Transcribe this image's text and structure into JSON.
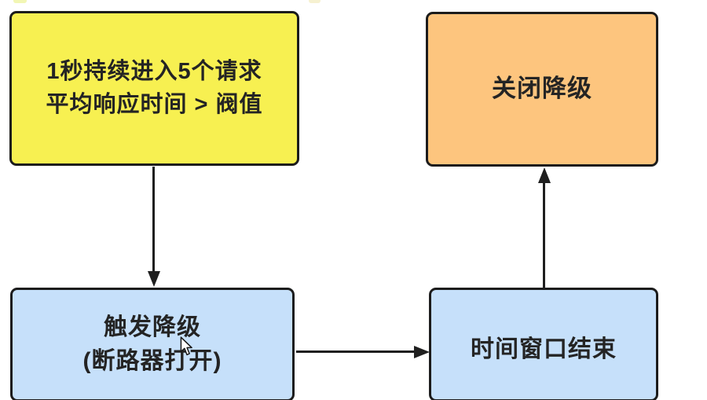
{
  "diagram": {
    "title": "circuit-breaker-degrade-flow",
    "background_color": "#ffffff",
    "stroke_color": "#1f1f1f",
    "text_color": "#242424",
    "nodes": [
      {
        "id": "trigger-condition",
        "shape": "rounded-rect",
        "fill": "#f7f051",
        "label_lines": [
          "1秒持续进入5个请求",
          "平均响应时间 > 阀值"
        ]
      },
      {
        "id": "close-degrade",
        "shape": "rounded-rect",
        "fill": "#fdc57e",
        "label_lines": [
          "关闭降级"
        ]
      },
      {
        "id": "trigger-degrade",
        "shape": "rounded-rect",
        "fill": "#c6e0fa",
        "label_lines": [
          "触发降级",
          "(断路器打开)"
        ]
      },
      {
        "id": "time-window-end",
        "shape": "rounded-rect",
        "fill": "#c6e0fa",
        "label_lines": [
          "时间窗口结束"
        ]
      }
    ],
    "edges": [
      {
        "from": "trigger-condition",
        "to": "trigger-degrade",
        "direction": "down"
      },
      {
        "from": "trigger-degrade",
        "to": "time-window-end",
        "direction": "right"
      },
      {
        "from": "time-window-end",
        "to": "close-degrade",
        "direction": "up"
      }
    ],
    "cursor": "arrow-pointer"
  }
}
